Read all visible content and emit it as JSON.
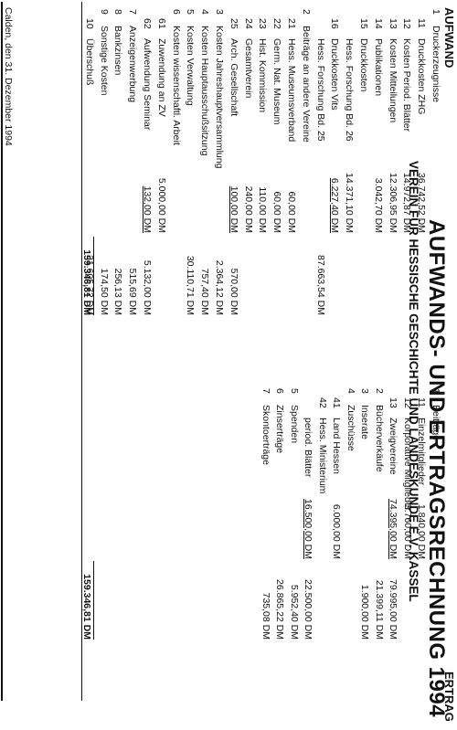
{
  "title": "AUFWANDS- UND ERTRAGSRECHNUNG 1994",
  "subtitle": "VEREIN FÜR HESSISCHE GESCHICHTE UND LANDESKUNDE E.V. KASSEL",
  "aufwand": {
    "heading": "AUFWAND",
    "rows": [
      {
        "no": "1",
        "label": "Druckerzeugnisse"
      },
      {
        "no": "11",
        "label": "Druckkosten ZHG",
        "v1": "36.742,52 DM"
      },
      {
        "no": "12",
        "label": "Kosten Period. Blätter",
        "v1": "14.972,87 DM"
      },
      {
        "no": "13",
        "label": "Kosten Mitteilungen",
        "v1": "12.306,95 DM"
      },
      {
        "no": "14",
        "label": "Publikationen",
        "v1": "3.042,70 DM"
      },
      {
        "no": "15",
        "label": "Druckkosten"
      },
      {
        "no": "",
        "label": "Hess. Forschung Bd. 26",
        "v1": "14.371,10 DM"
      },
      {
        "no": "16",
        "label": "Druckkosten Vits",
        "v1": "6.227,40 DM"
      },
      {
        "no": "",
        "label": "Hess. Forschung Bd. 25",
        "v2": "87.663,54 DM"
      },
      {
        "no": "2",
        "label": "Beiträge an andere Vereine"
      },
      {
        "no": "21",
        "label": "Hess. Museumsverband",
        "v1": "60,00 DM"
      },
      {
        "no": "22",
        "label": "Germ. Nat. Museum",
        "v1": "60,00 DM"
      },
      {
        "no": "23",
        "label": "Hist. Kommission",
        "v1": "110,00 DM"
      },
      {
        "no": "24",
        "label": "Gesamtverein",
        "v1": "240,00 DM"
      },
      {
        "no": "25",
        "label": "Arch. Gesellschaft",
        "v1": "100,00 DM",
        "v2": "570,00 DM"
      },
      {
        "no": "3",
        "label": "Kosten Jahreshauptversammlung",
        "v2": "2.364,12 DM"
      },
      {
        "no": "4",
        "label": "Kosten Hauptausschußsitzung",
        "v2": "757,40 DM"
      },
      {
        "no": "5",
        "label": "Kosten Verwaltung",
        "v2": "30.110,71 DM"
      },
      {
        "no": "6",
        "label": "Kosten wissenschaftl. Arbeit"
      },
      {
        "no": "61",
        "label": "Zuwendung an ZV",
        "v1": "5.000,00 DM"
      },
      {
        "no": "62",
        "label": "Aufwendung Seminar",
        "v1": "132,00 DM",
        "v2": "5.132,00 DM"
      },
      {
        "no": "7",
        "label": "Anzeigenwerbung",
        "v2": "515,69 DM"
      },
      {
        "no": "8",
        "label": "Bankzinsen",
        "v2": "256,13 DM"
      },
      {
        "no": "9",
        "label": "Sonstige Kosten",
        "v2": "174,50 DM"
      },
      {
        "no": "10",
        "label": "Überschuß",
        "v2": "31.605,72 DM"
      }
    ],
    "total": "159.346,81 DM"
  },
  "ertrag": {
    "heading": "ERTRAG",
    "rows": [
      {
        "no": "1",
        "label": "Beiträge"
      },
      {
        "no": "11",
        "label": "Einzelmitglieder",
        "v1": "1.840,00 DM"
      },
      {
        "no": "12",
        "label": "Korporative Mitglieder",
        "v1": "3.760,00 DM"
      },
      {
        "no": "13",
        "label": "Zweigvereine",
        "v1": "74.395,00 DM",
        "v2": "79.995,00 DM"
      },
      {
        "no": "2",
        "label": "Bücherverkäufe",
        "v2": "21.399,11 DM"
      },
      {
        "no": "3",
        "label": "Inserate",
        "v2": "1.900,00 DM"
      },
      {
        "no": "4",
        "label": "Zuschüsse"
      },
      {
        "no": "41",
        "label": "Land Hessen",
        "v1": "6.000,00 DM"
      },
      {
        "no": "42",
        "label": "Hess. Ministerium"
      },
      {
        "no": "",
        "label": "period. Blätter",
        "v1": "16.500,00 DM",
        "v2": "22.500,00 DM"
      },
      {
        "no": "5",
        "label": "Spenden",
        "v2": "5.952,40 DM"
      },
      {
        "no": "6",
        "label": "Zinserträge",
        "v2": "26.865,22 DM"
      },
      {
        "no": "7",
        "label": "Skontoerträge",
        "v2": "735,08 DM"
      }
    ],
    "total": "159.346,81 DM"
  },
  "footer": "Calden, den 31. Dezember 1994"
}
